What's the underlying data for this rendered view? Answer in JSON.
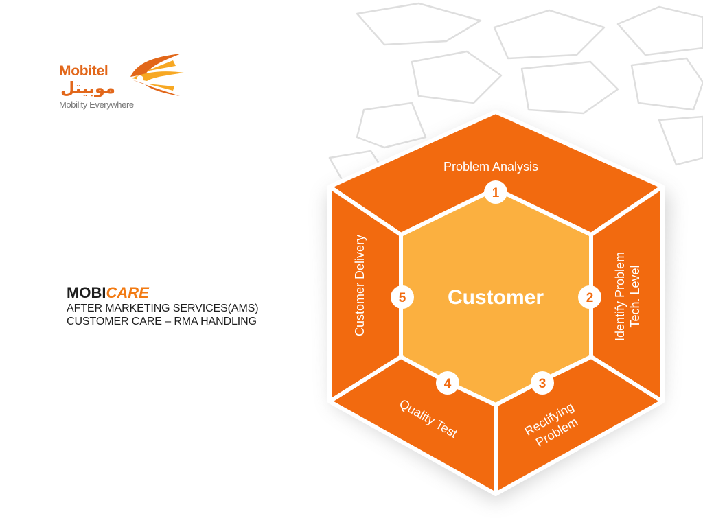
{
  "logo": {
    "brand": "Mobitel",
    "brand_arabic": "موبيتل",
    "tagline": "Mobility Everywhere"
  },
  "title": {
    "prefix": "MOBI",
    "highlight": "CARE",
    "line1": "AFTER MARKETING SERVICES(AMS)",
    "line2": "CUSTOMER CARE – RMA HANDLING"
  },
  "diagram": {
    "center_label": "Customer",
    "steps": [
      {
        "number": "1",
        "label": "Problem Analysis",
        "lines": [
          "Problem Analysis"
        ]
      },
      {
        "number": "2",
        "label": "Identify Problem Tech. Level",
        "lines": [
          "Identify Problem",
          "Tech. Level"
        ]
      },
      {
        "number": "3",
        "label": "Rectifying Problem",
        "lines": [
          "Rectifying",
          "Problem"
        ]
      },
      {
        "number": "4",
        "label": "Quality Test",
        "lines": [
          "Quality Test"
        ]
      },
      {
        "number": "5",
        "label": "Customer Delivery",
        "lines": [
          "Customer Delivery"
        ]
      }
    ]
  },
  "colors": {
    "brand_orange": "#e2671a",
    "segment_orange": "#f26a0f",
    "center_fill": "#fbb040",
    "care_orange": "#f27a12",
    "text_dark": "#1e1e1e",
    "white": "#ffffff"
  }
}
